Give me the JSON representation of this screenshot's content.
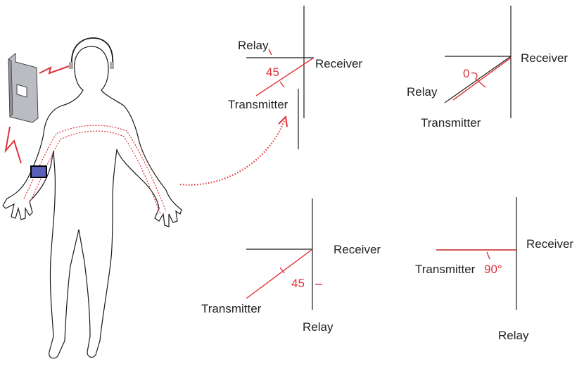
{
  "colors": {
    "line": "#1a1a1a",
    "signal": "#e0323a",
    "device_fill": "#b9bcc0",
    "sensor_fill": "#5a5fb8",
    "background": "#ffffff"
  },
  "icons": {
    "relay_device": "relay-phone-icon",
    "headset": "headset-icon",
    "wrist_sensor": "wrist-sensor-icon",
    "wireless_link": "lightning-signal-icon"
  },
  "panels": [
    {
      "angle": "45",
      "labels": {
        "relay": "Relay",
        "receiver": "Receiver",
        "transmitter": "Transmitter"
      }
    },
    {
      "angle": "0",
      "labels": {
        "relay": "Relay",
        "receiver": "Receiver",
        "transmitter": "Transmitter"
      }
    },
    {
      "angle": "45",
      "labels": {
        "relay": "Relay",
        "receiver": "Receiver",
        "transmitter": "Transmitter"
      }
    },
    {
      "angle": "90°",
      "labels": {
        "relay": "Relay",
        "receiver": "Receiver",
        "transmitter": "Transmitter"
      }
    }
  ]
}
